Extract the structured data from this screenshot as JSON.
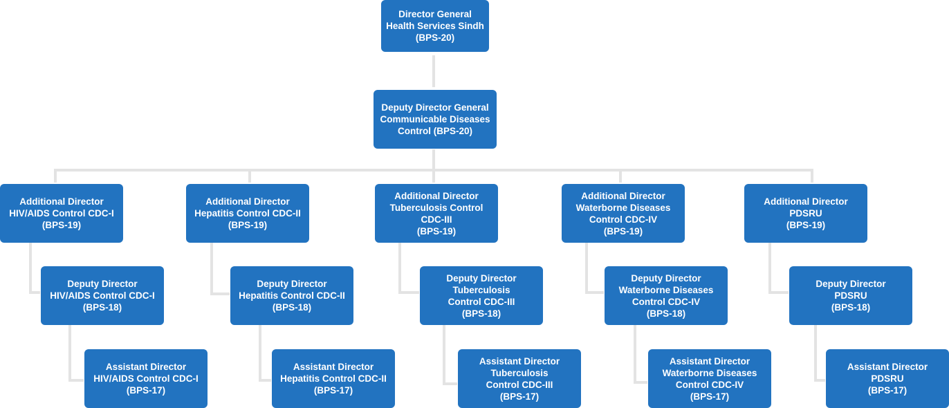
{
  "colors": {
    "box": "#2273c0",
    "text": "#ffffff",
    "connector": "#e3e3e3"
  },
  "top": {
    "dg": {
      "lines": [
        "Director General",
        "Health Services Sindh",
        "(BPS-20)"
      ]
    },
    "ddg": {
      "lines": [
        "Deputy Director General",
        "Communicable Diseases",
        "Control (BPS-20)"
      ]
    }
  },
  "branches": [
    {
      "additional": {
        "lines": [
          "Additional Director",
          "HIV/AIDS Control CDC-I",
          "(BPS-19)"
        ]
      },
      "deputy": {
        "lines": [
          "Deputy Director",
          "HIV/AIDS Control CDC-I",
          "(BPS-18)"
        ]
      },
      "assistant": {
        "lines": [
          "Assistant Director",
          "HIV/AIDS Control CDC-I",
          "(BPS-17)"
        ]
      }
    },
    {
      "additional": {
        "lines": [
          "Additional Director",
          "Hepatitis Control CDC-II",
          "(BPS-19)"
        ]
      },
      "deputy": {
        "lines": [
          "Deputy Director",
          "Hepatitis Control CDC-II",
          "(BPS-18)"
        ]
      },
      "assistant": {
        "lines": [
          "Assistant Director",
          "Hepatitis Control CDC-II",
          "(BPS-17)"
        ]
      }
    },
    {
      "additional": {
        "lines": [
          "Additional Director",
          "Tuberculosis Control",
          "CDC-III",
          "(BPS-19)"
        ]
      },
      "deputy": {
        "lines": [
          "Deputy Director",
          "Tuberculosis",
          "Control CDC-III",
          "(BPS-18)"
        ]
      },
      "assistant": {
        "lines": [
          "Assistant Director",
          "Tuberculosis",
          "Control CDC-III",
          "(BPS-17)"
        ]
      }
    },
    {
      "additional": {
        "lines": [
          "Additional Director",
          "Waterborne Diseases",
          "Control CDC-IV",
          "(BPS-19)"
        ]
      },
      "deputy": {
        "lines": [
          "Deputy Director",
          "Waterborne Diseases",
          "Control CDC-IV",
          "(BPS-18)"
        ]
      },
      "assistant": {
        "lines": [
          "Assistant Director",
          "Waterborne Diseases",
          "Control CDC-IV",
          "(BPS-17)"
        ]
      }
    },
    {
      "additional": {
        "lines": [
          "Additional Director",
          "PDSRU",
          "(BPS-19)"
        ]
      },
      "deputy": {
        "lines": [
          "Deputy Director",
          "PDSRU",
          "(BPS-18)"
        ]
      },
      "assistant": {
        "lines": [
          "Assistant Director",
          "PDSRU",
          "(BPS-17)"
        ]
      }
    }
  ]
}
